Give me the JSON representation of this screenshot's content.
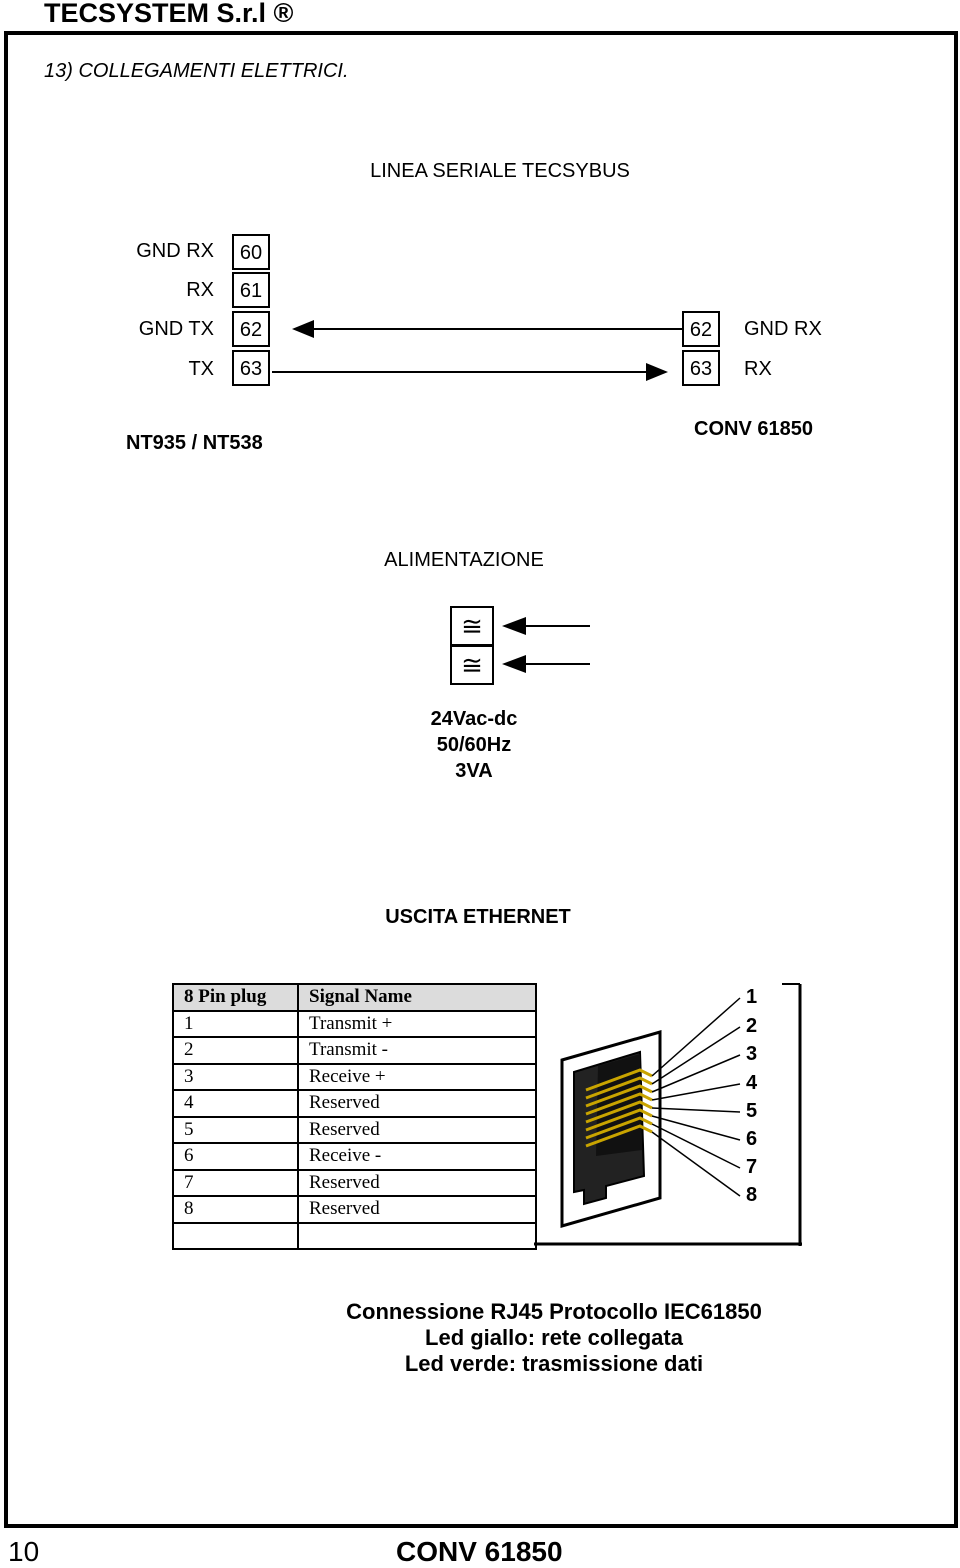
{
  "header": {
    "title": "TECSYSTEM  S.r.l ®"
  },
  "section": {
    "title": "13) COLLEGAMENTI ELETTRICI."
  },
  "serial": {
    "title": "LINEA SERIALE TECSYBUS",
    "left_device": "NT935 / NT538",
    "right_device": "CONV 61850",
    "left_terminals": [
      {
        "label": "GND RX",
        "num": "60"
      },
      {
        "label": "RX",
        "num": "61"
      },
      {
        "label": "GND TX",
        "num": "62"
      },
      {
        "label": "TX",
        "num": "63"
      }
    ],
    "right_terminals": [
      {
        "label": "GND RX",
        "num": "62"
      },
      {
        "label": "RX",
        "num": "63"
      }
    ]
  },
  "power": {
    "title": "ALIMENTAZIONE",
    "symbol": "≅",
    "spec_voltage": "24Vac-dc",
    "spec_freq": "50/60Hz",
    "spec_power": "3VA"
  },
  "ethernet": {
    "title": "USCITA ETHERNET",
    "table_headers": [
      "8 Pin plug",
      "Signal Name"
    ],
    "rows": [
      [
        "1",
        "Transmit +"
      ],
      [
        "2",
        "Transmit -"
      ],
      [
        "3",
        "Receive +"
      ],
      [
        "4",
        "Reserved"
      ],
      [
        "5",
        "Reserved"
      ],
      [
        "6",
        "Receive -"
      ],
      [
        "7",
        "Reserved"
      ],
      [
        "8",
        "Reserved"
      ],
      [
        "",
        ""
      ]
    ],
    "pin_numbers": [
      "1",
      "2",
      "3",
      "4",
      "5",
      "6",
      "7",
      "8"
    ],
    "notes": [
      "Connessione RJ45 Protocollo IEC61850",
      "Led giallo: rete collegata",
      "Led verde: trasmissione dati"
    ]
  },
  "footer": {
    "page": "10",
    "product": "CONV 61850"
  }
}
